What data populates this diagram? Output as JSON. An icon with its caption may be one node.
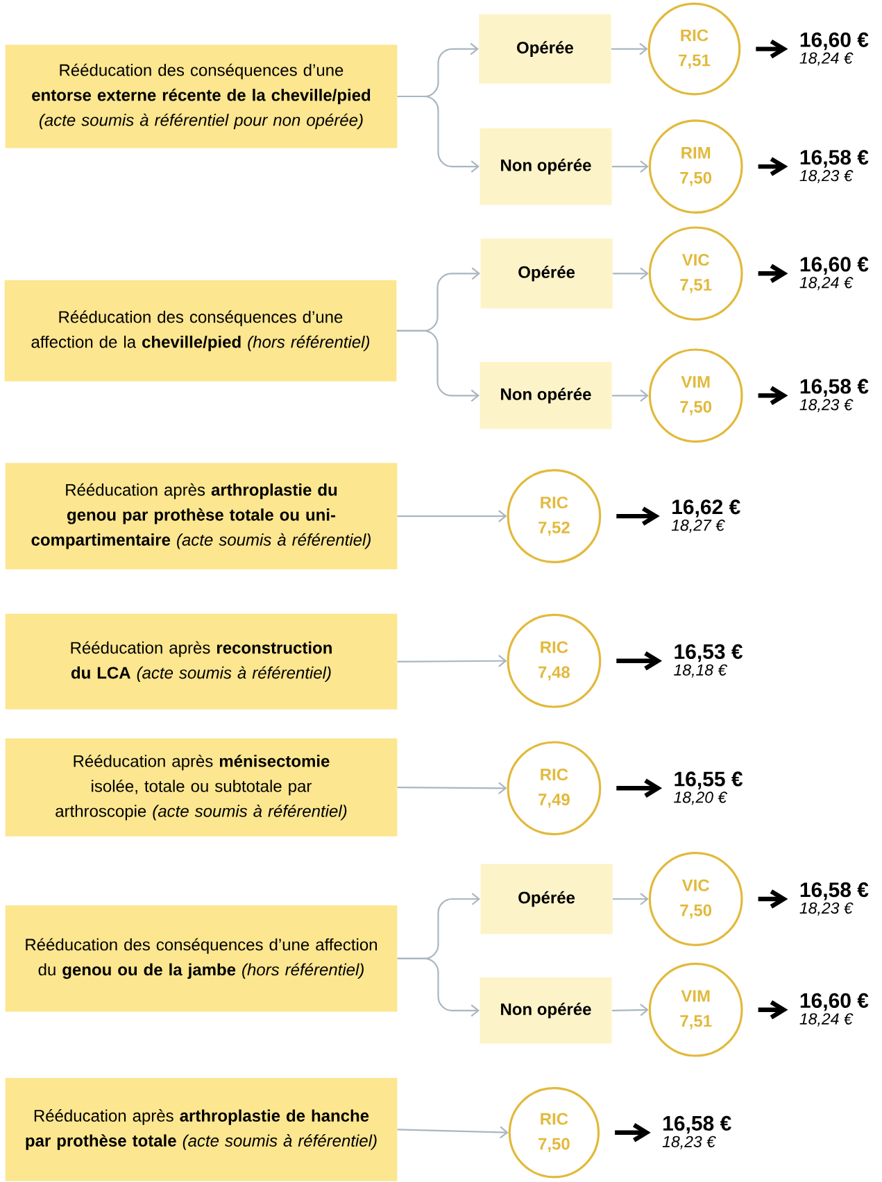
{
  "diagram": {
    "nodes": [
      {
        "text": [
          "Rééducation des conséquences d’une **entorse externe récente de la cheville/pied** *(acte soumis à référentiel pour non opérée)*"
        ]
      },
      {
        "text": [
          "Opérée"
        ]
      },
      {
        "text": [
          "RIC",
          "7,51"
        ]
      },
      {
        "text": [
          "16,60 €",
          "18,24 €"
        ]
      },
      {
        "text": [
          "Non opérée"
        ]
      },
      {
        "text": [
          "RIM",
          "7,50"
        ]
      },
      {
        "text": [
          "16,58 €",
          "18,23 €"
        ]
      },
      {
        "text": [
          "Rééducation des conséquences d’une affection de la **cheville/pied** *(hors référentiel)*"
        ]
      },
      {
        "text": [
          "Opérée"
        ]
      },
      {
        "text": [
          "VIC",
          "7,51"
        ]
      },
      {
        "text": [
          "16,60 €",
          "18,24 €"
        ]
      },
      {
        "text": [
          "Non opérée"
        ]
      },
      {
        "text": [
          "VIM",
          "7,50"
        ]
      },
      {
        "text": [
          "16,58 €",
          "18,23 €"
        ]
      },
      {
        "text": [
          "Rééducation après **arthroplastie du genou par prothèse totale ou uni-compartimentaire** *(acte soumis à référentiel)*"
        ]
      },
      {
        "text": [
          "RIC",
          "7,52"
        ]
      },
      {
        "text": [
          "16,62 €",
          "18,27 €"
        ]
      },
      {
        "text": [
          "Rééducation après **reconstruction du LCA** *(acte soumis à référentiel)*"
        ]
      },
      {
        "text": [
          "RIC",
          "7,48"
        ]
      },
      {
        "text": [
          "16,53 €",
          "18,18 €"
        ]
      },
      {
        "text": [
          "Rééducation après **ménisectomie** isolée, totale ou subtotale par arthroscopie *(acte soumis à référentiel)*"
        ]
      },
      {
        "text": [
          "RIC",
          "7,49"
        ]
      },
      {
        "text": [
          "16,55 €",
          "18,20 €"
        ]
      },
      {
        "text": [
          "Rééducation des conséquences d’une affection du **genou ou de la jambe** *(hors référentiel)*"
        ]
      },
      {
        "text": [
          "Opérée"
        ]
      },
      {
        "text": [
          "VIC",
          "7,50"
        ]
      },
      {
        "text": [
          "16,58 €",
          "18,23 €"
        ]
      },
      {
        "text": [
          "Non opérée"
        ]
      },
      {
        "text": [
          "VIM",
          "7,51"
        ]
      },
      {
        "text": [
          "16,60 €",
          "18,24 €"
        ]
      },
      {
        "text": [
          "Rééducation après **arthroplastie de hanche par prothèse totale** *(acte soumis à référentiel)*"
        ]
      },
      {
        "text": [
          "RIC",
          "7,50"
        ]
      },
      {
        "text": [
          "16,58 €",
          "18,23 €"
        ]
      }
    ],
    "edges": [
      {
        "from": 0,
        "to": 1,
        "arrow": "to"
      },
      {
        "from": 0,
        "to": 4,
        "arrow": "to"
      },
      {
        "from": 1,
        "to": 2,
        "arrow": "to"
      },
      {
        "from": 4,
        "to": 5,
        "arrow": "to"
      },
      {
        "from": 2,
        "to": 3,
        "arrow": "to",
        "style": "thick",
        "color": "#000000"
      },
      {
        "from": 5,
        "to": 6,
        "arrow": "to",
        "style": "thick",
        "color": "#000000"
      },
      {
        "from": 7,
        "to": 8,
        "arrow": "to"
      },
      {
        "from": 7,
        "to": 11,
        "arrow": "to"
      },
      {
        "from": 8,
        "to": 9,
        "arrow": "to"
      },
      {
        "from": 11,
        "to": 12,
        "arrow": "to"
      },
      {
        "from": 9,
        "to": 10,
        "arrow": "to",
        "style": "thick",
        "color": "#000000"
      },
      {
        "from": 12,
        "to": 13,
        "arrow": "to",
        "style": "thick",
        "color": "#000000"
      },
      {
        "from": 14,
        "to": 15,
        "arrow": "to"
      },
      {
        "from": 15,
        "to": 16,
        "arrow": "to",
        "style": "thick",
        "color": "#000000"
      },
      {
        "from": 17,
        "to": 18,
        "arrow": "to"
      },
      {
        "from": 18,
        "to": 19,
        "arrow": "to",
        "style": "thick",
        "color": "#000000"
      },
      {
        "from": 20,
        "to": 21,
        "arrow": "to"
      },
      {
        "from": 21,
        "to": 22,
        "arrow": "to",
        "style": "thick",
        "color": "#000000"
      },
      {
        "from": 23,
        "to": 24,
        "arrow": "to"
      },
      {
        "from": 23,
        "to": 27,
        "arrow": "to"
      },
      {
        "from": 24,
        "to": 25,
        "arrow": "to"
      },
      {
        "from": 27,
        "to": 28,
        "arrow": "to"
      },
      {
        "from": 25,
        "to": 26,
        "arrow": "to",
        "style": "thick",
        "color": "#000000"
      },
      {
        "from": 28,
        "to": 29,
        "arrow": "to",
        "style": "thick",
        "color": "#000000"
      },
      {
        "from": 30,
        "to": 31,
        "arrow": "to"
      },
      {
        "from": 31,
        "to": 32,
        "arrow": "to",
        "style": "thick",
        "color": "#000000"
      }
    ]
  }
}
